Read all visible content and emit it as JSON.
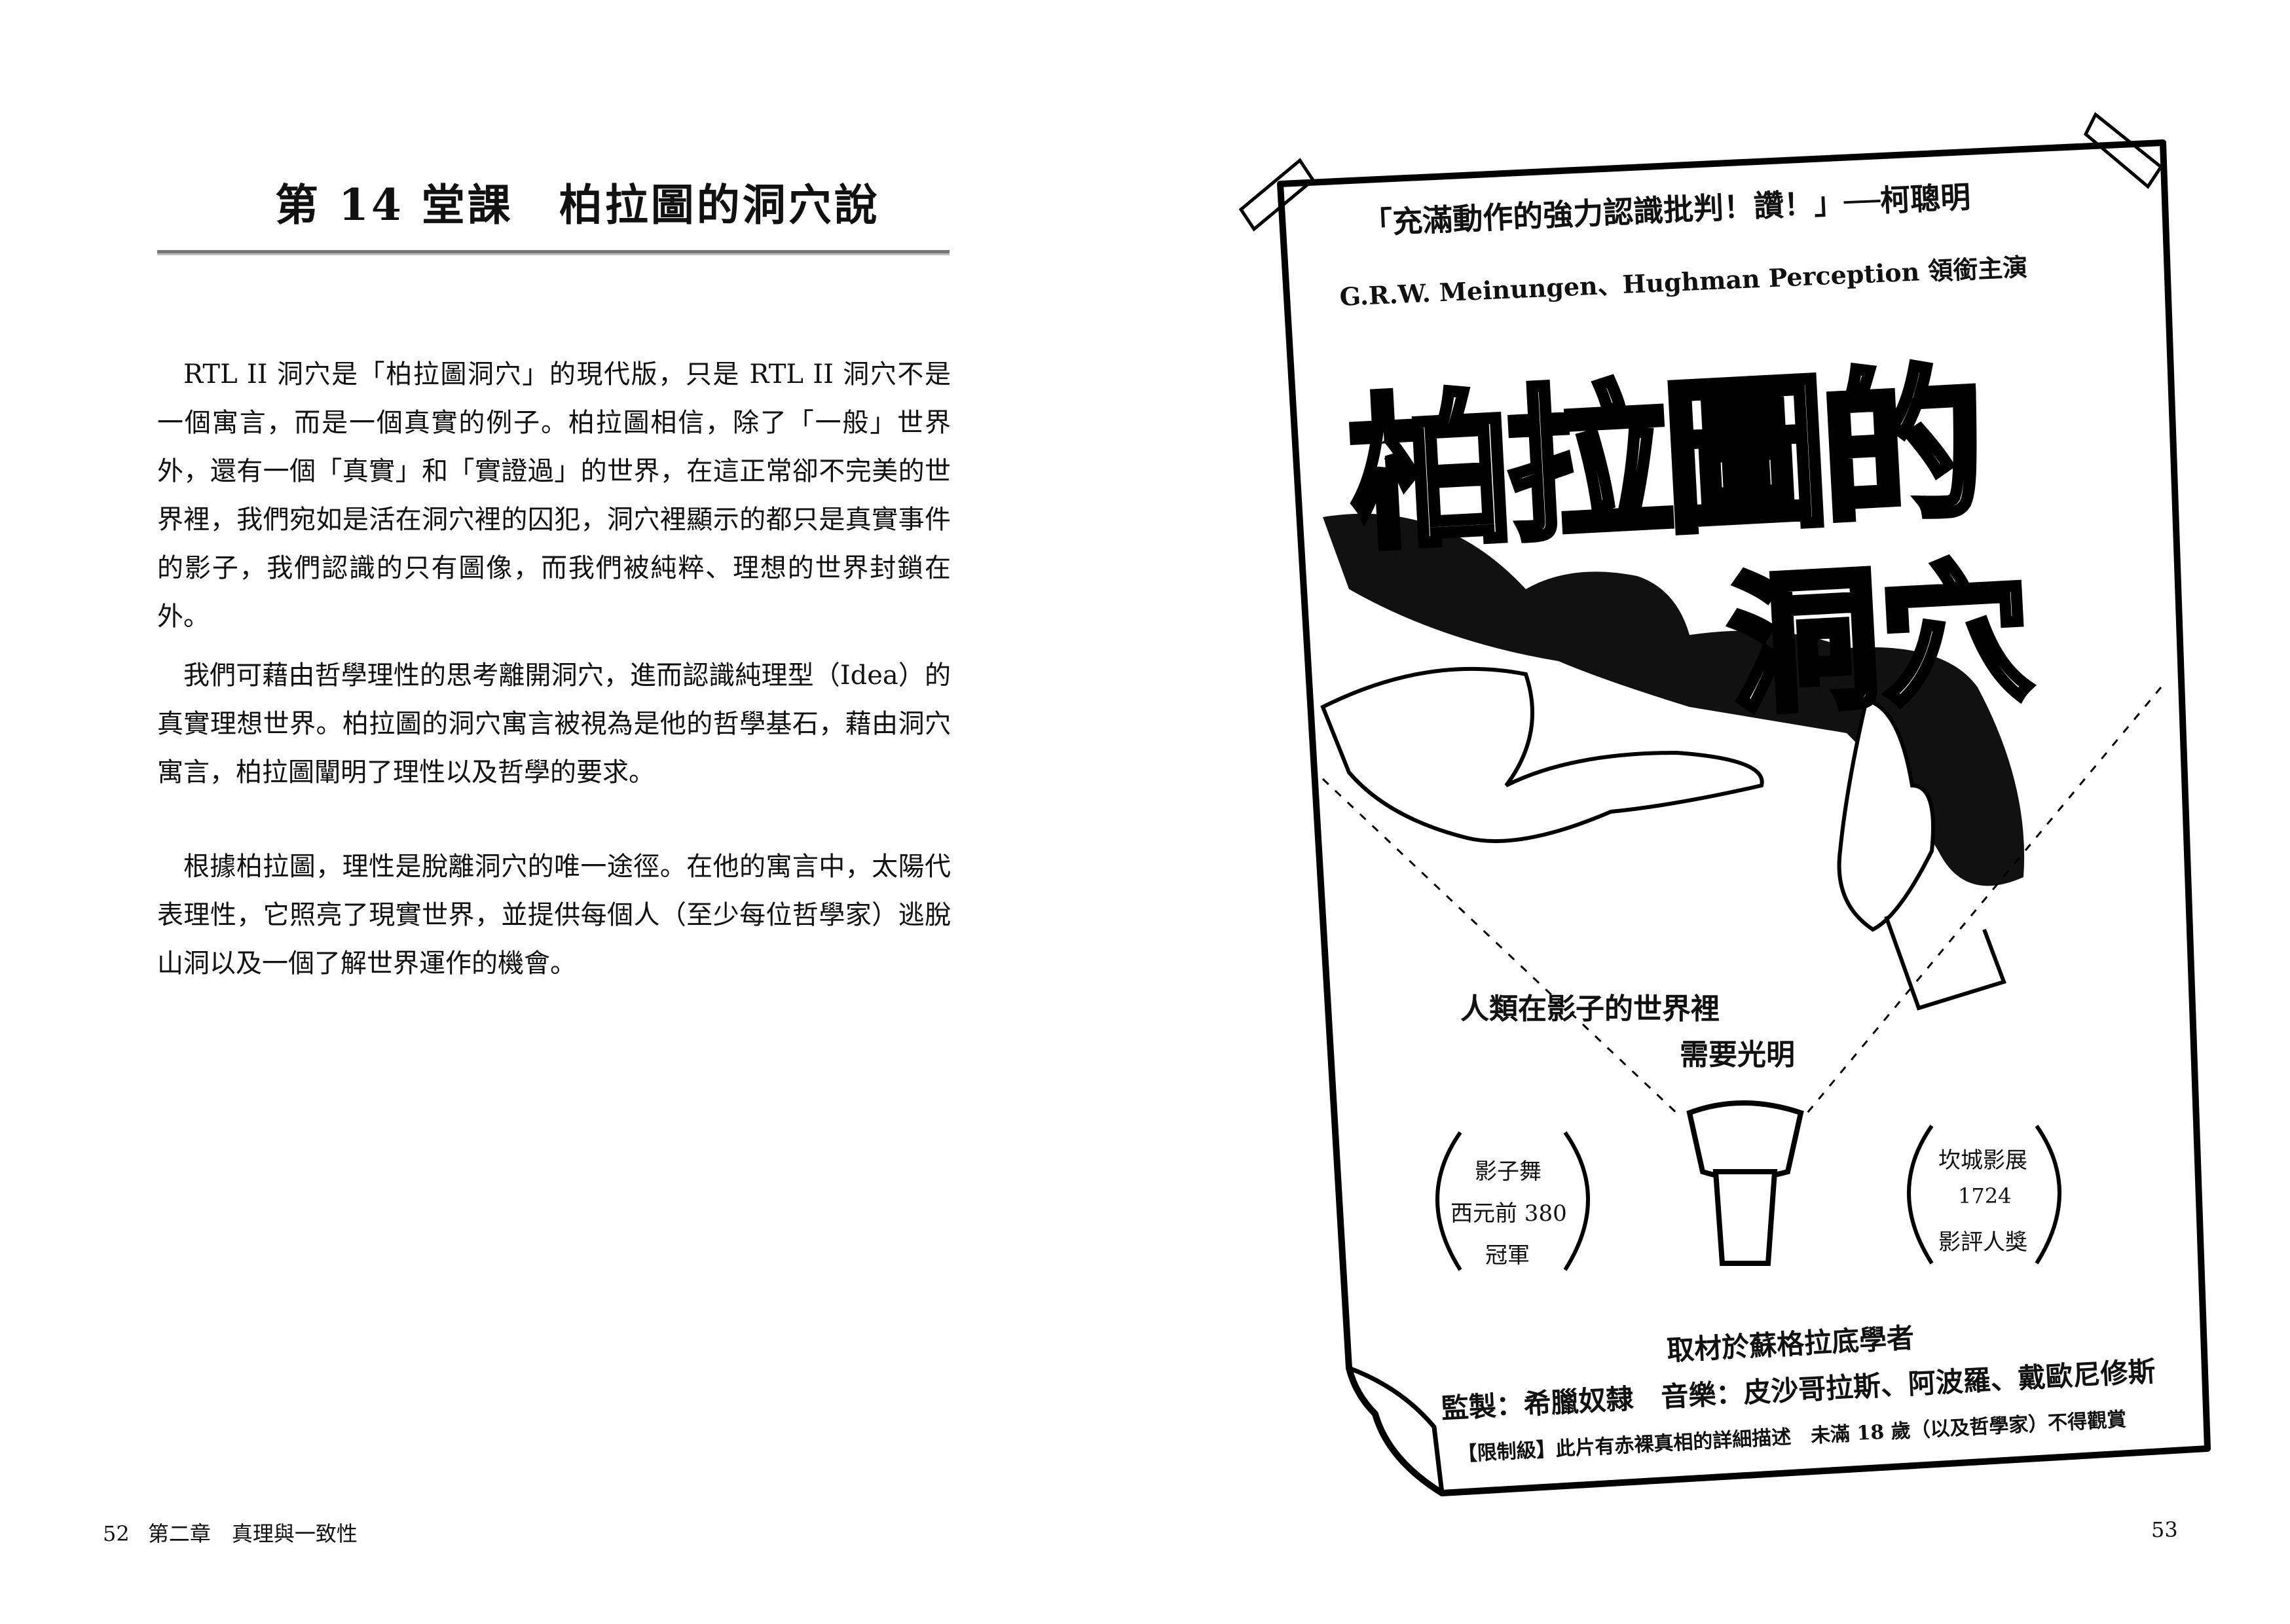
{
  "left_page": {
    "title": "第 14 堂課　柏拉圖的洞穴說",
    "paragraphs": [
      "RTL II 洞穴是「柏拉圖洞穴」的現代版，只是 RTL II 洞穴不是一個寓言，而是一個真實的例子。柏拉圖相信，除了「一般」世界外，還有一個「真實」和「實證過」的世界，在這正常卻不完美的世界裡，我們宛如是活在洞穴裡的囚犯，洞穴裡顯示的都只是真實事件的影子，我們認識的只有圖像，而我們被純粹、理想的世界封鎖在外。",
      "我們可藉由哲學理性的思考離開洞穴，進而認識純理型（Idea）的真實理想世界。柏拉圖的洞穴寓言被視為是他的哲學基石，藉由洞穴寓言，柏拉圖闡明了理性以及哲學的要求。",
      "根據柏拉圖，理性是脫離洞穴的唯一途徑。在他的寓言中，太陽代表理性，它照亮了現實世界，並提供每個人（至少每位哲學家）逃脫山洞以及一個了解世界運作的機會。"
    ],
    "page_number": "52",
    "running_head": "第二章　真理與一致性"
  },
  "poster": {
    "quote": "「充滿動作的強力認識批判！讚！」──柯聰明",
    "cast": "G.R.W. Meinungen、Hughman Perception 領銜主演",
    "title_line1": "柏拉圖的",
    "title_line2": "洞穴",
    "tagline1": "人類在影子的世界裡",
    "tagline2": "需要光明",
    "award_left": [
      "影子舞",
      "西元前 380",
      "冠軍"
    ],
    "award_right": [
      "坎城影展",
      "1724",
      "影評人獎"
    ],
    "source": "取材於蘇格拉底學者",
    "credits": "監製：希臘奴隸　音樂：皮沙哥拉斯、阿波羅、戴歐尼修斯",
    "rating": "【限制級】此片有赤裸真相的詳細描述　未滿 18 歲（以及哲學家）不得觀賞"
  },
  "right_page": {
    "page_number": "53"
  }
}
